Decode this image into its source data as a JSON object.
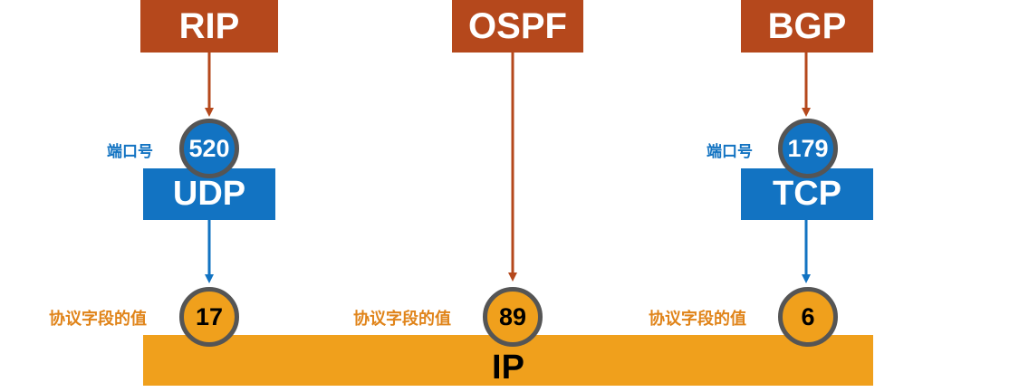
{
  "apps": [
    {
      "label": "RIP"
    },
    {
      "label": "OSPF"
    },
    {
      "label": "BGP"
    }
  ],
  "transports": [
    {
      "label": "UDP",
      "port_label": "端口号",
      "port": "520"
    },
    {
      "label": "TCP",
      "port_label": "端口号",
      "port": "179"
    }
  ],
  "protocol_fields": [
    {
      "label": "协议字段的值",
      "value": "17"
    },
    {
      "label": "协议字段的值",
      "value": "89"
    },
    {
      "label": "协议字段的值",
      "value": "6"
    }
  ],
  "network": {
    "label": "IP"
  },
  "colors": {
    "app": "#b5481c",
    "transport": "#1273c2",
    "network": "#f0a01c",
    "app_arrow": "#b5481c",
    "transport_arrow": "#1273c2"
  }
}
